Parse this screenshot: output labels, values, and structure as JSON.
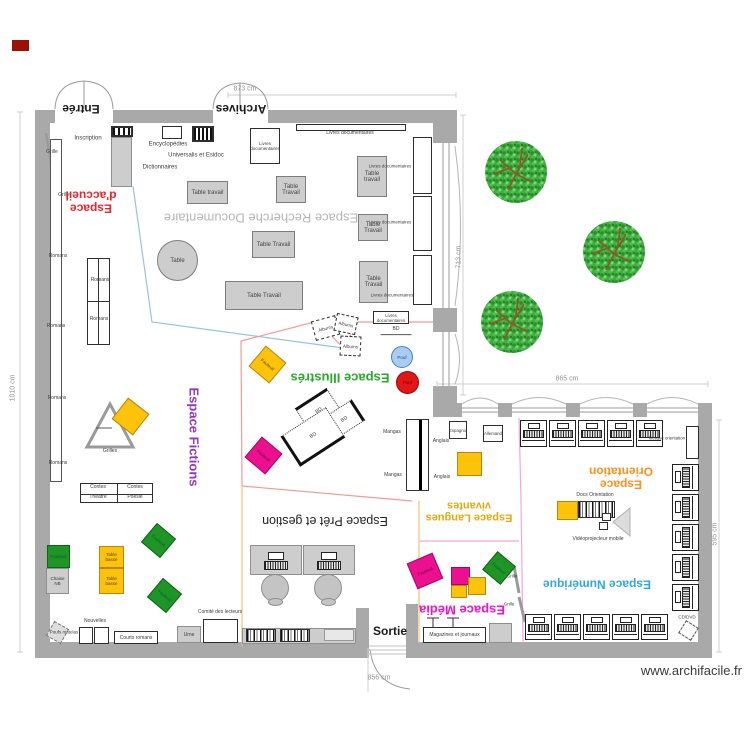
{
  "watermark": "www.archifacile.fr",
  "doors": {
    "entree": "Entrée",
    "archives": "Archives",
    "sortie": "Sortie"
  },
  "dimensions": {
    "top": "873 cm",
    "right": "713 cm",
    "left": "1010 cm",
    "wing_top": "865 cm",
    "wing_right": "595 cm",
    "bottom": "856 cm"
  },
  "zones": {
    "accueil": {
      "label": "Espace\nd'accueil",
      "color": "#e8242c"
    },
    "recherche": {
      "label": "Espace Recherche Documentaire",
      "color": "#b5b5b5"
    },
    "fictions": {
      "label": "Espace Fictions",
      "color": "#9336c4"
    },
    "illustres": {
      "label": "Espace Illustrés",
      "color": "#2aa82a"
    },
    "pret": {
      "label": "Espace Prêt et gestion",
      "color": "#222222"
    },
    "langues": {
      "label": "Espace Langues\nvivantes",
      "color": "#e3a90c"
    },
    "media": {
      "label": "Espace Média",
      "color": "#f711c7"
    },
    "numerique": {
      "label": "Espace Numérique",
      "color": "#2fa8e0"
    },
    "orientation": {
      "label": "Espace\nOrientation",
      "color": "#fb9016"
    }
  },
  "labels": {
    "inscription": "Inscription",
    "grille": "Grille",
    "grilles": "Grilles",
    "encyclopedies": "Encyclopédies",
    "universalis": "Universalis et Esidoc",
    "dictionnaires": "Dictionnaires",
    "livres": "Livres documentaires",
    "table_travail": "Table travail",
    "table_travail_c": "Table Travail",
    "table": "Table",
    "romans": "Romans",
    "contes": "Contes",
    "theatre": "Théâtre",
    "poesie": "Poésie",
    "fauteuil": "Fauteuil",
    "chaise_nb": "Chaise NB",
    "table_basse": "Table basse",
    "poufs_matelas": "Poufs matelas",
    "nouvelles": "Nouvelles",
    "courts_romans": "Courts romans",
    "urne": "Urne",
    "comite": "Comité des lecteurs",
    "albums": "Albums",
    "bd": "BD",
    "pouf": "Pouf",
    "mangas": "Mangas",
    "anglais": "Anglais",
    "espagnol": "Espagnol",
    "allemand": "Allemand",
    "magazines": "Magazines et journaux",
    "cddvd": "CD/DVD",
    "kiosque": "kiosque orientation",
    "docs_orientation": "Docs Orientation",
    "videoprojecteur": "Vidéoprojecteur mobile"
  },
  "colors": {
    "wall_gray": "#a9a9a9",
    "table_gray": "#cdcdcd",
    "furniture_yellow": "#fdc30a",
    "furniture_green": "#1f9427",
    "furniture_magenta": "#ec1091",
    "pouf_blue": "#a9cdf0",
    "pouf_red": "#e31515",
    "tree_green": "#3fae3f",
    "zone_line_blue": "#96c3ea",
    "zone_line_red": "#f29b95",
    "zone_line_orange": "#f3c173",
    "zone_line_pink": "#f5a6d7"
  }
}
